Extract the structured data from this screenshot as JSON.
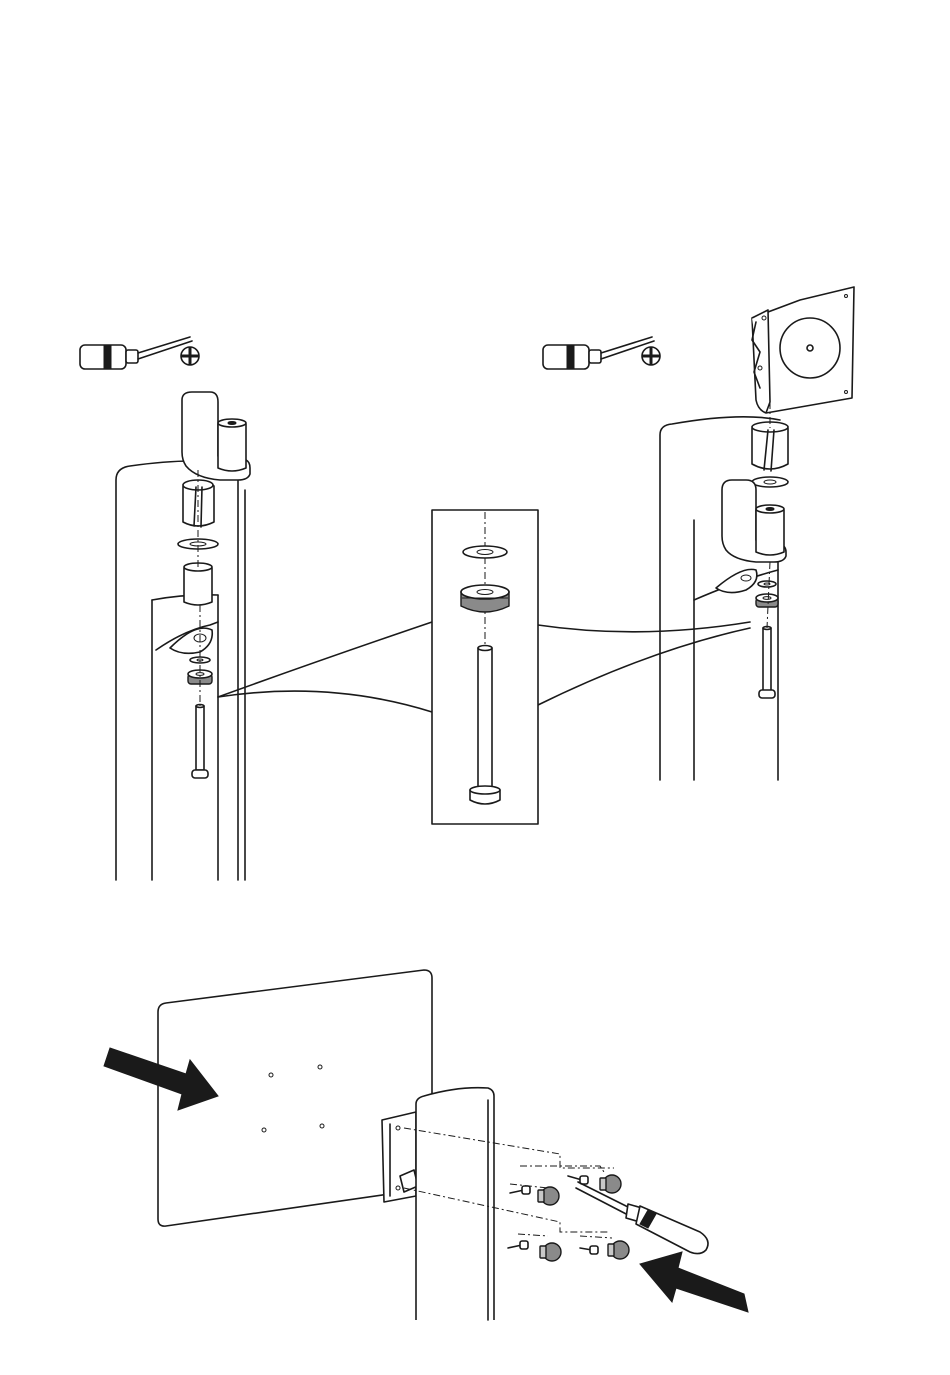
{
  "diagram": {
    "steps": [
      {
        "id": "step-1",
        "tool": "phillips-screwdriver-icon",
        "parts": [
          "column-cap",
          "split-sleeve",
          "washer",
          "bushing-washer",
          "pivot-pin"
        ]
      },
      {
        "id": "step-2",
        "tool": "phillips-screwdriver-icon",
        "parts": [
          "mount-bracket",
          "split-sleeve",
          "washer",
          "column-cap",
          "bushing-washer",
          "pivot-pin"
        ]
      },
      {
        "id": "step-3",
        "tool": "screwdriver-icon",
        "parts": [
          "display-panel",
          "vesa-plate",
          "screws",
          "knobs"
        ],
        "arrows": [
          "push-arrow-left",
          "push-arrow-right"
        ]
      }
    ],
    "colors": {
      "line": "#1a1a1a",
      "fill": "#ffffff",
      "knob": "#8a8a8a"
    }
  }
}
